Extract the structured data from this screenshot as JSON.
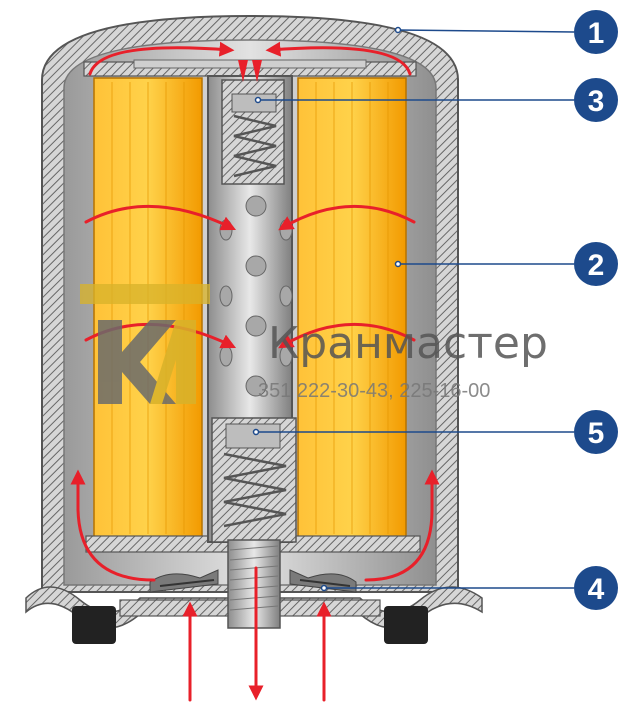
{
  "callouts": [
    {
      "label": "1",
      "part": "housing"
    },
    {
      "label": "2",
      "part": "filter-element"
    },
    {
      "label": "3",
      "part": "bypass-valve"
    },
    {
      "label": "4",
      "part": "anti-drain-valve"
    },
    {
      "label": "5",
      "part": "relief-valve"
    }
  ],
  "watermark": {
    "brand": "Кранмастер",
    "phones": "351 222-30-43, 225-16-00"
  },
  "colors": {
    "housing": "#c9c9c9",
    "filter": "#ffb000",
    "flow_arrow": "#e8202a",
    "callout": "#1d4a8c",
    "gasket": "#222222",
    "watermark_gold": "#d8b22a",
    "watermark_gray": "#6b6b6b"
  },
  "icons": {
    "flow": "red-arrow-icon",
    "callout": "numbered-circle-icon"
  }
}
